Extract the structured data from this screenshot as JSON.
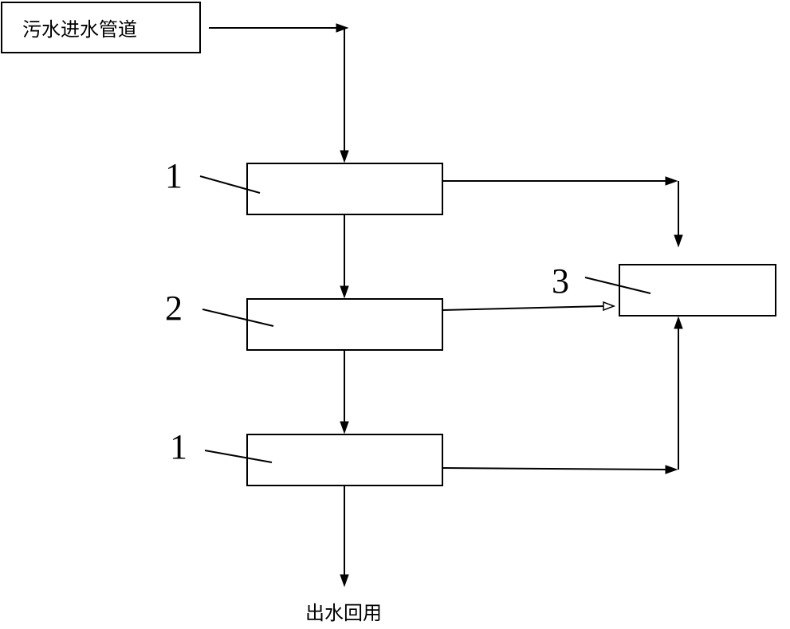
{
  "inlet": {
    "label": "污水进水管道"
  },
  "outlet": {
    "label": "出水回用"
  },
  "callouts": [
    {
      "label": "1"
    },
    {
      "label": "2"
    },
    {
      "label": "1"
    },
    {
      "label": "3"
    }
  ],
  "colors": {
    "line": "#000000",
    "background": "#ffffff"
  }
}
